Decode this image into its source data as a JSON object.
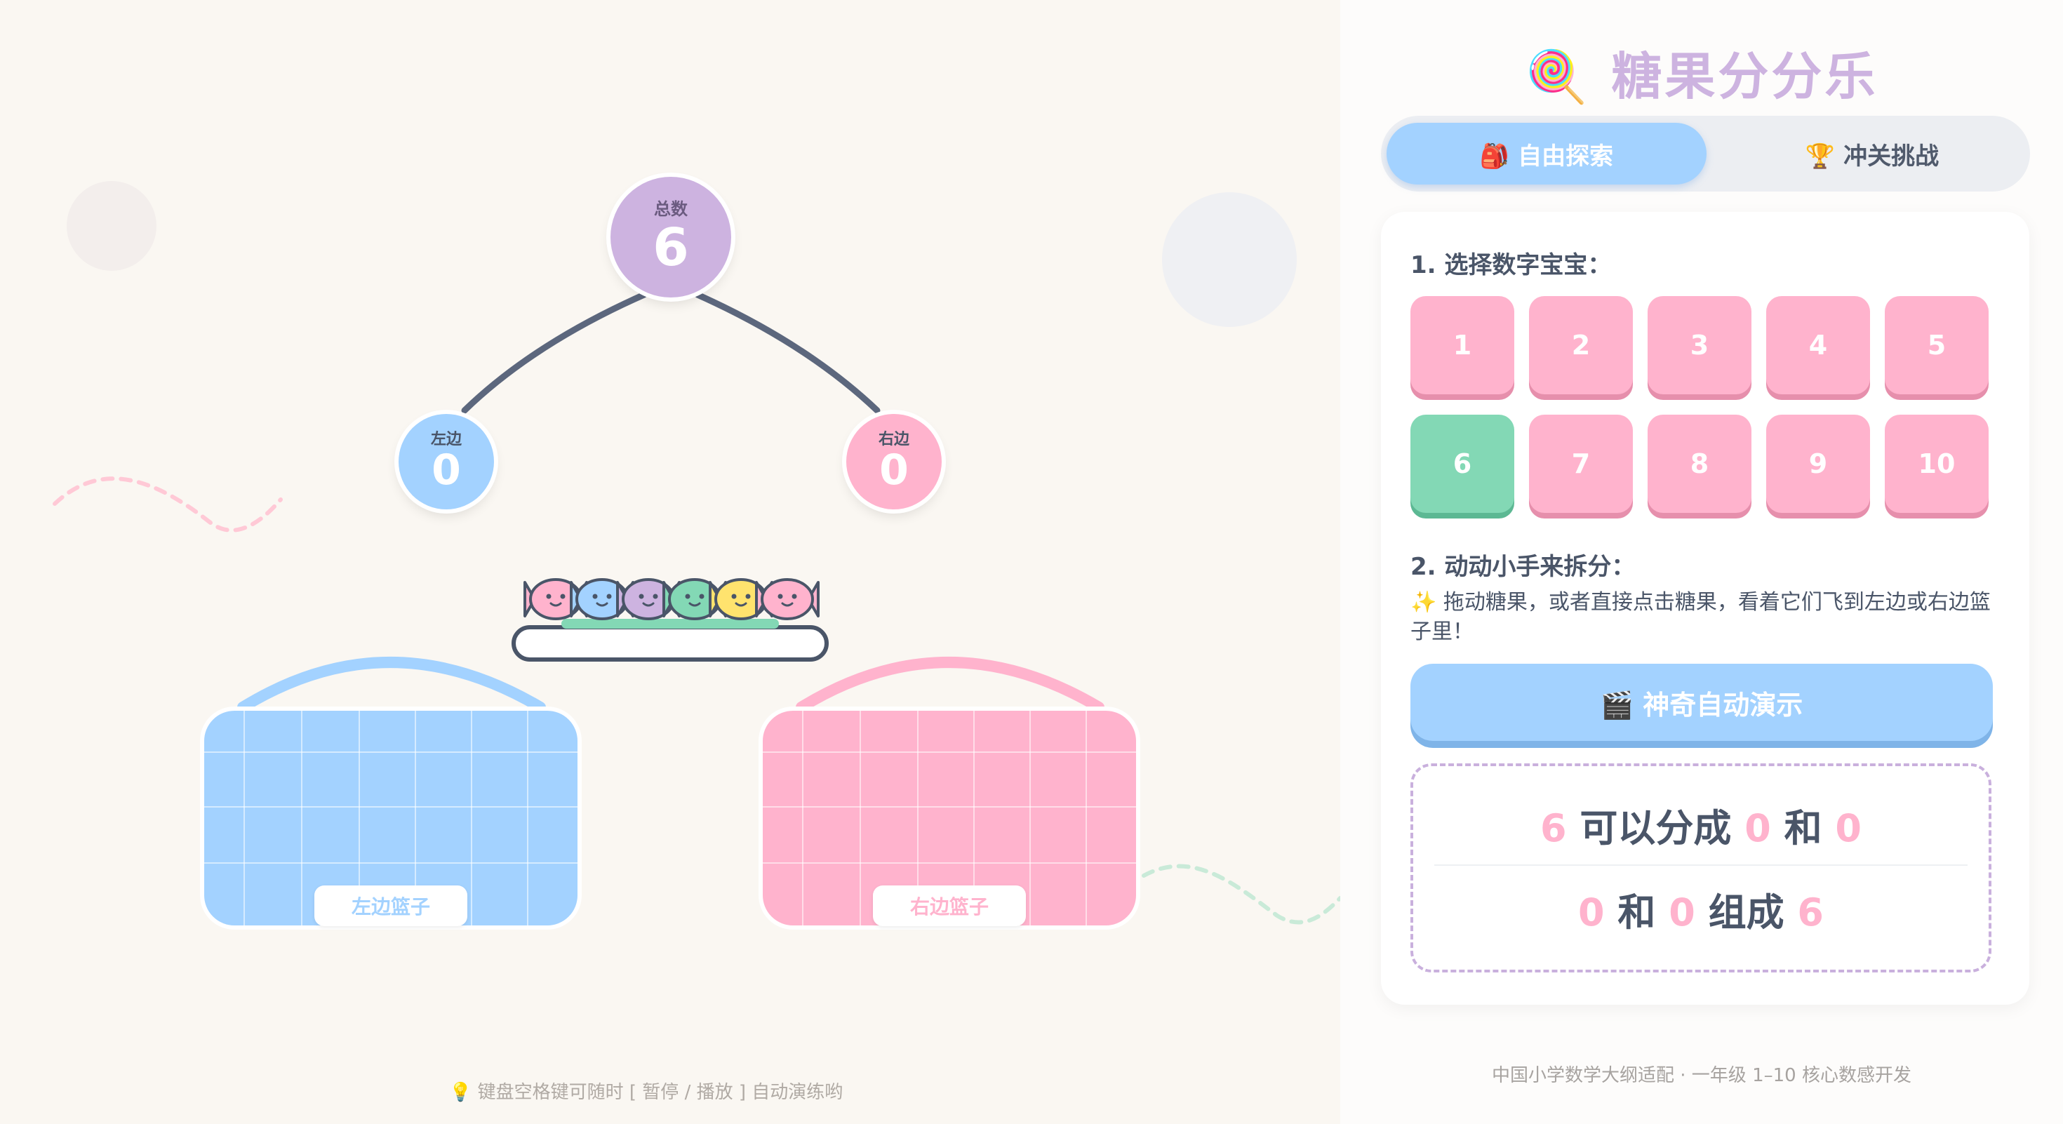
{
  "app": {
    "title_icon": "lollipop-icon",
    "title": "糖果分分乐"
  },
  "tabs": [
    {
      "icon": "backpack-icon",
      "label": "🎒 自由探索",
      "active": true
    },
    {
      "icon": "trophy-icon",
      "label": "🏆 冲关挑战",
      "active": false
    }
  ],
  "tree": {
    "total_label": "总数",
    "total_value": "6",
    "left_label": "左边",
    "left_value": "0",
    "right_label": "右边",
    "right_value": "0"
  },
  "baskets": {
    "left_label": "左边篮子",
    "right_label": "右边篮子"
  },
  "candies": [
    {
      "color": "#ffb3cd"
    },
    {
      "color": "#a3d2ff"
    },
    {
      "color": "#cdb3e0"
    },
    {
      "color": "#83d8b5"
    },
    {
      "color": "#ffe36e"
    },
    {
      "color": "#ffb3cd"
    }
  ],
  "hint": "💡 键盘空格键可随时 [ 暂停 / 播放 ] 自动演练哟",
  "panel": {
    "step1": "1. 选择数字宝宝：",
    "numbers": [
      "1",
      "2",
      "3",
      "4",
      "5",
      "6",
      "7",
      "8",
      "9",
      "10"
    ],
    "selected": "6",
    "step2": "2. 动动小手来拆分：",
    "description": "✨ 拖动糖果，或者直接点击糖果，看着它们飞到左边或右边篮子里！",
    "demo_button": "🎬 神奇自动演示",
    "result": {
      "line1": {
        "a": "6",
        "t1": "可以分成",
        "b": "0",
        "t2": "和",
        "c": "0"
      },
      "line2": {
        "a": "0",
        "t1": "和",
        "b": "0",
        "t2": "组成",
        "c": "6"
      }
    },
    "footer": "中国小学数学大纲适配 · 一年级 1–10 核心数感开发"
  },
  "colors": {
    "pink": "#ffb3cd",
    "blue": "#a3d2ff",
    "purple": "#cdb3e0",
    "green": "#83d8b5",
    "dark": "#4a5568"
  }
}
